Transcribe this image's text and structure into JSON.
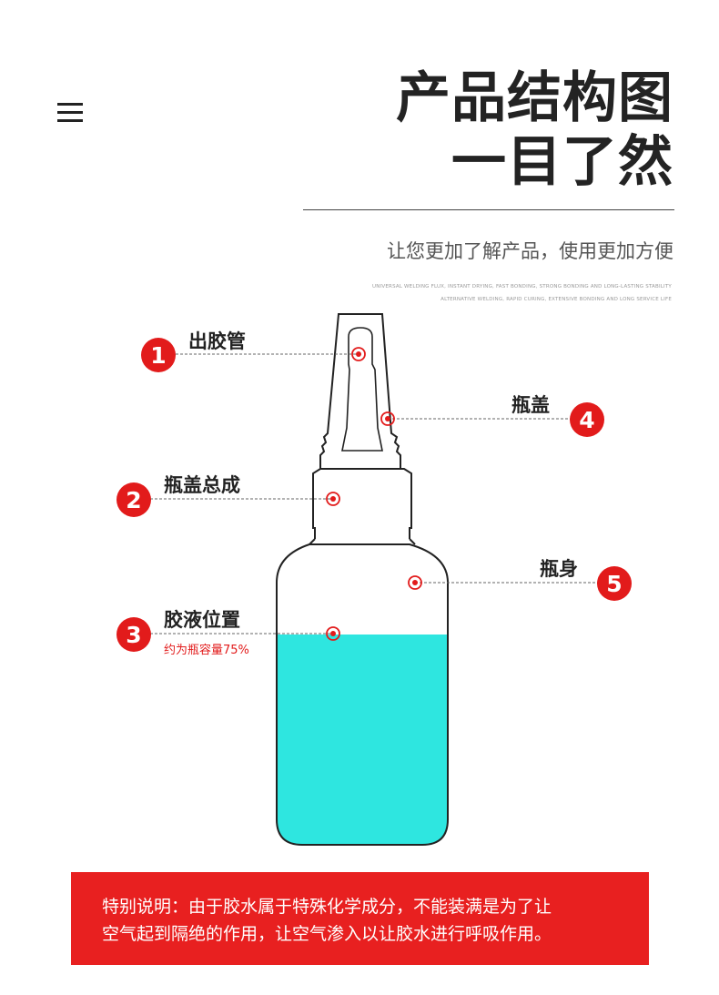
{
  "header": {
    "menu_icon": "hamburger-menu-icon",
    "title_line1": "产品结构图",
    "title_line2": "一目了然",
    "subtitle": "让您更加了解产品，使用更加方便",
    "english_line1": "UNIVERSAL WELDING FLUX, INSTANT DRYING, FAST BONDING, STRONG BONDING AND LONG-LASTING STABILITY",
    "english_line2": "ALTERNATIVE WELDING, RAPID CURING, EXTENSIVE BONDING AND LONG SERVICE LIFE"
  },
  "parts": [
    {
      "number": "1",
      "label": "出胶管"
    },
    {
      "number": "2",
      "label": "瓶盖总成"
    },
    {
      "number": "3",
      "label": "胶液位置",
      "note": "约为瓶容量75%"
    },
    {
      "number": "4",
      "label": "瓶盖"
    },
    {
      "number": "5",
      "label": "瓶身"
    }
  ],
  "note": {
    "line1": "特别说明：由于胶水属于特殊化学成分，不能装满是为了让",
    "line2": "空气起到隔绝的作用，让空气渗入以让胶水进行呼吸作用。"
  },
  "colors": {
    "accent_red": "#e21b1b",
    "liquid": "#2ee6e0",
    "title": "#232323"
  }
}
